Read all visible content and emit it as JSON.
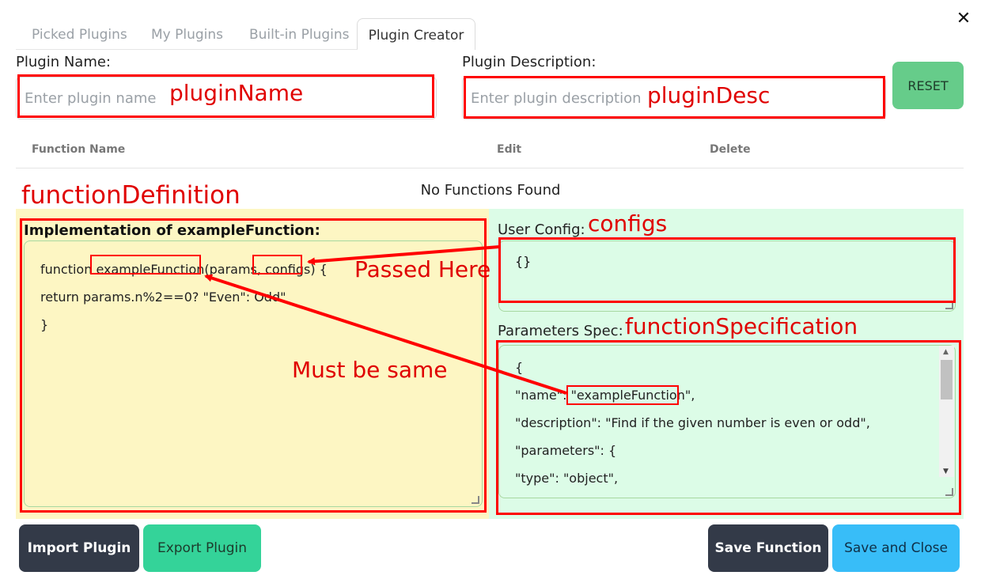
{
  "tabs": [
    {
      "label": "Picked Plugins"
    },
    {
      "label": "My Plugins"
    },
    {
      "label": "Built-in Plugins"
    },
    {
      "label": "Plugin Creator"
    }
  ],
  "close_glyph": "✕",
  "form": {
    "name_label": "Plugin Name:",
    "name_placeholder": "Enter plugin name",
    "desc_label": "Plugin Description:",
    "desc_placeholder": "Enter plugin description",
    "reset_label": "RESET"
  },
  "table": {
    "headers": [
      "Function Name",
      "Edit",
      "Delete"
    ],
    "empty_text": "No Functions Found"
  },
  "implementation": {
    "title": "Implementation of exampleFunction:",
    "lines": [
      "function exampleFunction(params, configs) {",
      "return params.n%2==0? \"Even\": Odd\"",
      "}"
    ]
  },
  "user_config": {
    "label": "User Config:",
    "value": "{}"
  },
  "parameters_spec": {
    "label": "Parameters Spec:",
    "lines": [
      "{",
      "\"name\": \"exampleFunction\",",
      "\"description\": \"Find if the given number is even or odd\",",
      "\"parameters\": {",
      "\"type\": \"object\","
    ]
  },
  "buttons": {
    "import": "Import Plugin",
    "export": "Export Plugin",
    "save_function": "Save Function",
    "save_close": "Save and Close"
  },
  "annotations": {
    "plugin_name": "pluginName",
    "plugin_desc": "pluginDesc",
    "function_definition": "functionDefinition",
    "configs": "configs",
    "passed_here": "Passed Here",
    "function_specification": "functionSpecification",
    "must_be_same": "Must be same"
  },
  "colors": {
    "annotation_red": "#ff0000",
    "reset_green": "#66cc8a",
    "export_green": "#34d399",
    "save_close_blue": "#38bdf8",
    "dark_button": "#333a48",
    "implementation_bg": "#fdf6c3",
    "config_bg": "#dcfce7"
  },
  "icons": {
    "close": "close-icon",
    "scroll_up": "scroll-up-icon",
    "scroll_down": "scroll-down-icon",
    "resize": "resize-grip-icon"
  }
}
